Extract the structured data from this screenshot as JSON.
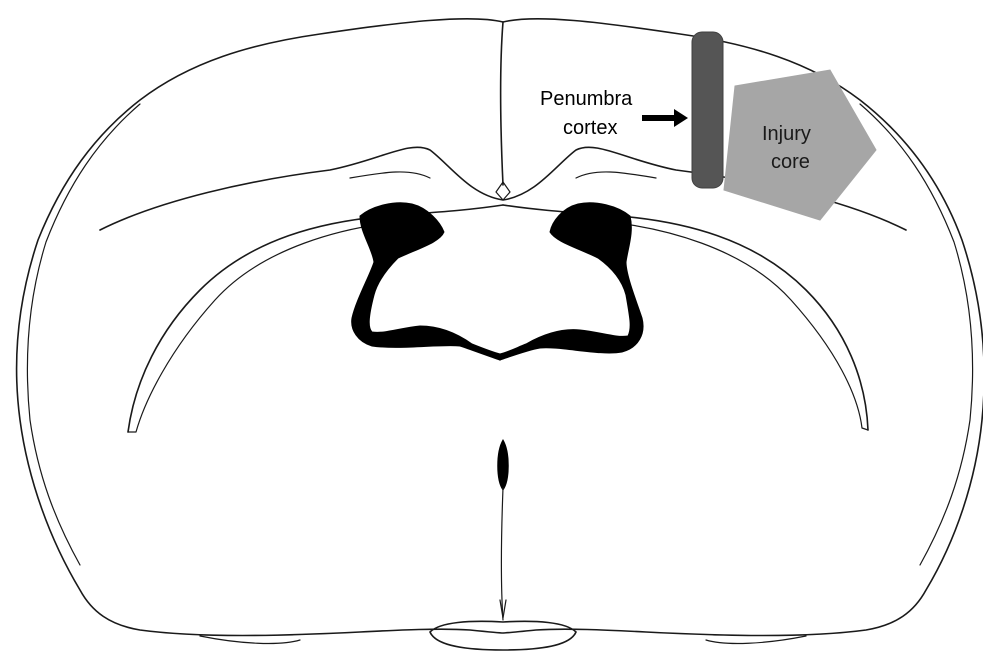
{
  "labels": {
    "penumbra_line1": "Penumbra",
    "penumbra_line2": "cortex",
    "core_line1": "Injury",
    "core_line2": "core"
  },
  "colors": {
    "outline": "#1a1a1a",
    "ventricle": "#000000",
    "penumbra_bar": "#555555",
    "injury_core": "#a6a6a6",
    "arrow": "#000000",
    "background": "#ffffff"
  },
  "icons": {
    "arrow": "right-arrow-icon"
  }
}
